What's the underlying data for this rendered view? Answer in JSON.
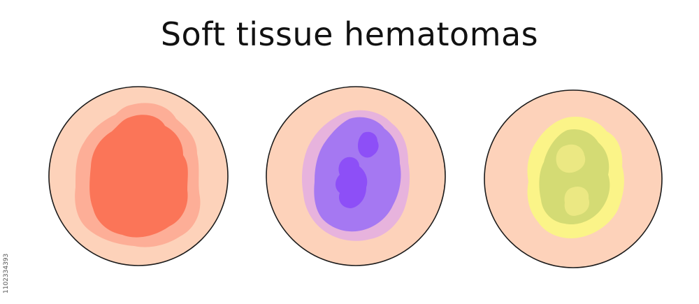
{
  "title": "Soft tissue hematomas",
  "stock_id": "1102334393",
  "colors": {
    "skin": "#fdd2ba",
    "outline": "#1a1a1a",
    "stage1_outer": "#fdae97",
    "stage1_core": "#fb7558",
    "stage2_outer": "#e7b3dd",
    "stage2_mid": "#a578f2",
    "stage2_spot": "#8d4ff7",
    "stage3_outer": "#fbf488",
    "stage3_mid": "#d4db74",
    "stage3_spot": "#ebe883"
  },
  "hematomas": [
    {
      "name": "red-hematoma"
    },
    {
      "name": "purple-hematoma"
    },
    {
      "name": "yellow-green-hematoma"
    }
  ]
}
